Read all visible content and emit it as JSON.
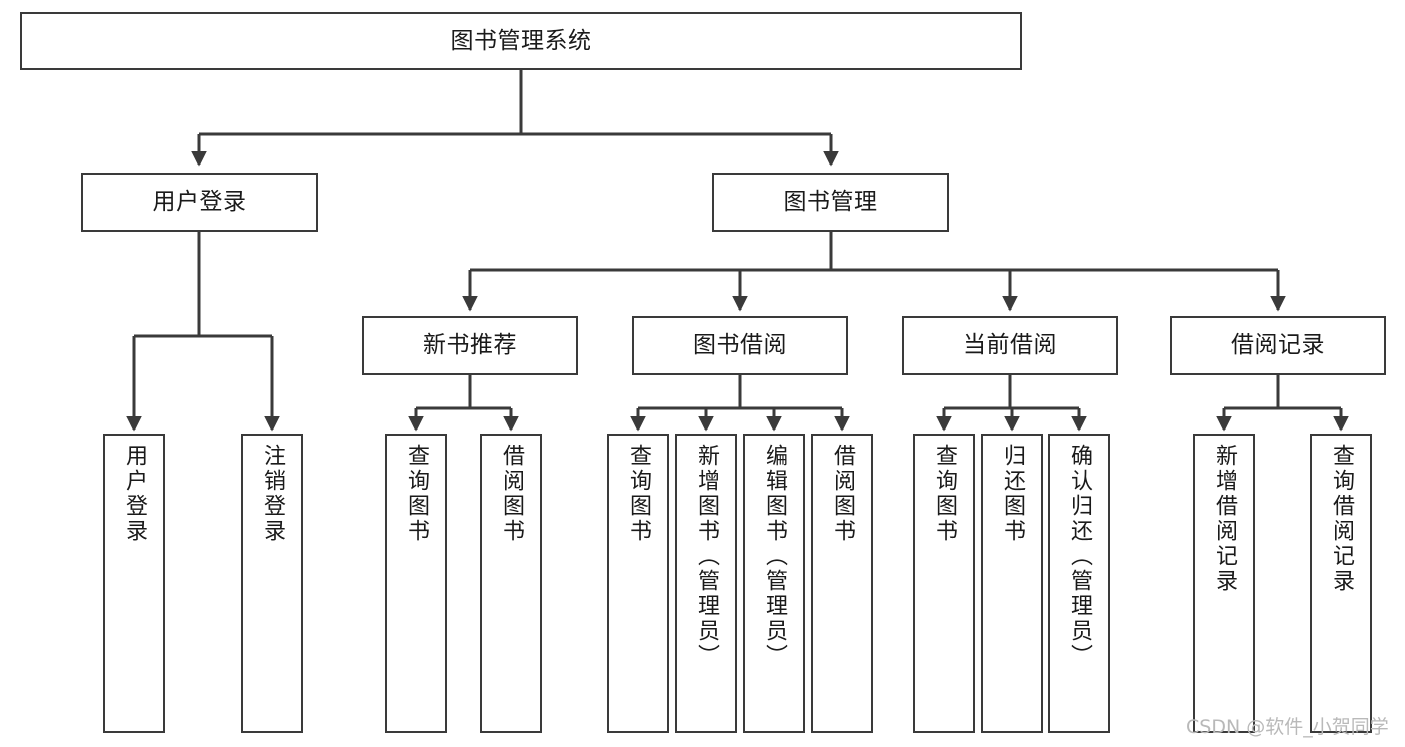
{
  "diagram": {
    "title": "图书管理系统",
    "watermark": "CSDN @软件_小贺同学",
    "stroke_color": "#3a3a3a",
    "text_color": "#1a1a1a",
    "background_color": "#ffffff",
    "watermark_color": "#b9b9b9"
  },
  "nodes": {
    "root": {
      "label": "图书管理系统"
    },
    "level2": [
      {
        "label": "用户登录"
      },
      {
        "label": "图书管理"
      }
    ],
    "level3": [
      {
        "label": "新书推荐"
      },
      {
        "label": "图书借阅"
      },
      {
        "label": "当前借阅"
      },
      {
        "label": "借阅记录"
      }
    ],
    "leaves": {
      "user_login": [
        {
          "label": "用户登录"
        },
        {
          "label": "注销登录"
        }
      ],
      "new_book": [
        {
          "label": "查询图书"
        },
        {
          "label": "借阅图书"
        }
      ],
      "book_borrow": [
        {
          "label": "查询图书"
        },
        {
          "label": "新增图书（管理员）"
        },
        {
          "label": "编辑图书（管理员）"
        },
        {
          "label": "借阅图书"
        }
      ],
      "current_borrow": [
        {
          "label": "查询图书"
        },
        {
          "label": "归还图书"
        },
        {
          "label": "确认归还（管理员）"
        }
      ],
      "borrow_record": [
        {
          "label": "新增借阅记录"
        },
        {
          "label": "查询借阅记录"
        }
      ]
    }
  }
}
